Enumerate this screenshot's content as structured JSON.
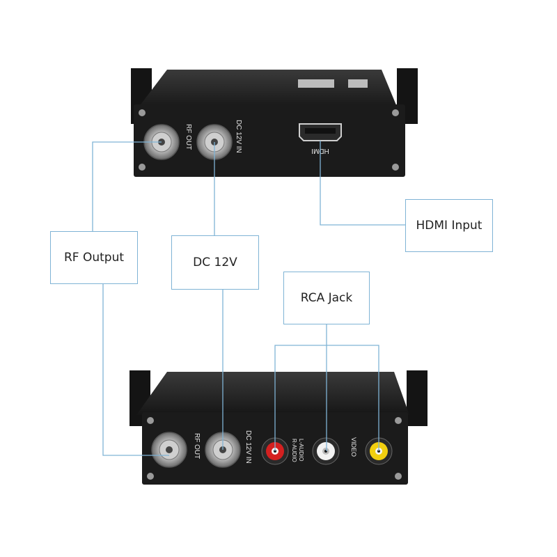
{
  "callouts": {
    "rf_output": "RF Output",
    "dc_12v": "DC 12V",
    "rca_jack": "RCA Jack",
    "hdmi_input": "HDMI Input"
  },
  "top_device": {
    "rf_out": "RF OUT",
    "dc_in": "DC 12V IN",
    "hdmi": "HDMI"
  },
  "bottom_device": {
    "rf_out": "RF OUT",
    "dc_in": "DC 12V IN",
    "r_audio": "R-AUDIO",
    "l_audio": "L-AUDIO",
    "video": "VIDEO"
  },
  "colors": {
    "leader_line": "#7fb3d5",
    "chassis": "#1b1b1b",
    "rca_red": "#d42020",
    "rca_white": "#f2f2f2",
    "rca_yellow": "#f2cf10"
  }
}
